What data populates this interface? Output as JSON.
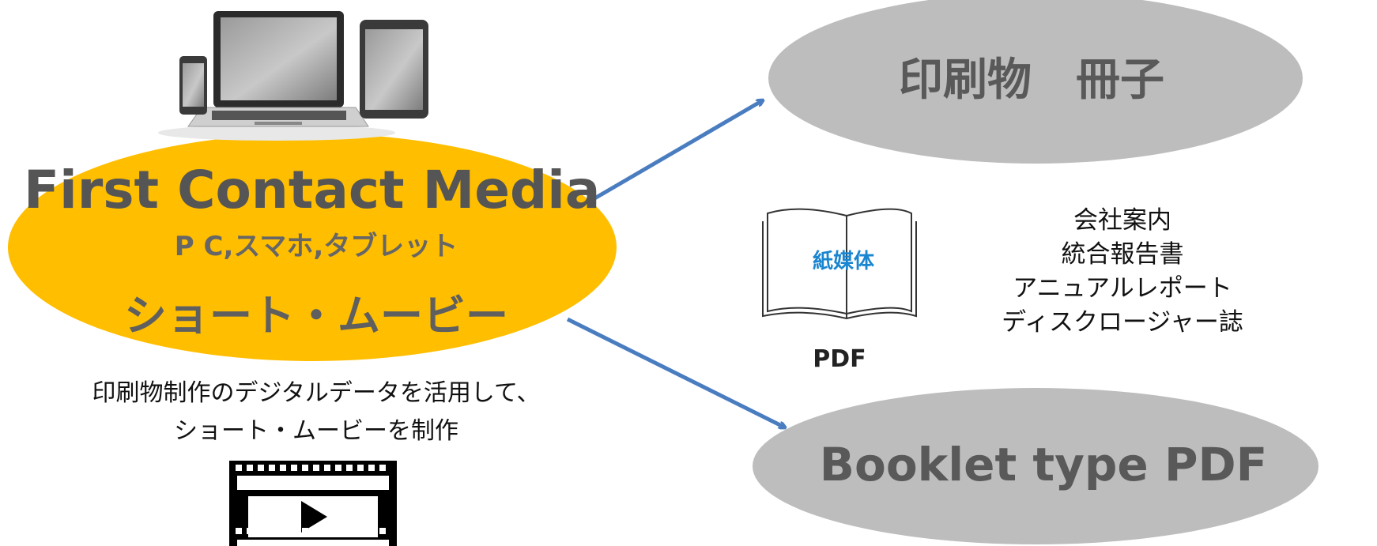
{
  "first_contact": {
    "title": "First Contact Media",
    "devices": "P C,スマホ,タブレット",
    "short_movie": "ショート・ムービー"
  },
  "description": {
    "line1": "印刷物制作のデジタルデータを活用して、",
    "line2": "ショート・ムービーを制作"
  },
  "print_media": {
    "label": "印刷物　冊子"
  },
  "paper_book_icon": {
    "label": "紙媒体",
    "caption": "PDF"
  },
  "document_types": [
    "会社案内",
    "統合報告書",
    "アニュアルレポート",
    "ディスクロージャー誌"
  ],
  "booklet_pdf": {
    "label": "Booklet type PDF"
  },
  "colors": {
    "first_contact_ellipse": "#FFBE00",
    "gray_ellipse": "#BDBDBD",
    "arrow": "#4A7DC0",
    "book_label": "#1A86D0"
  },
  "icons": [
    "laptop-tablet-phone-icon",
    "book-icon",
    "film-play-icon"
  ]
}
